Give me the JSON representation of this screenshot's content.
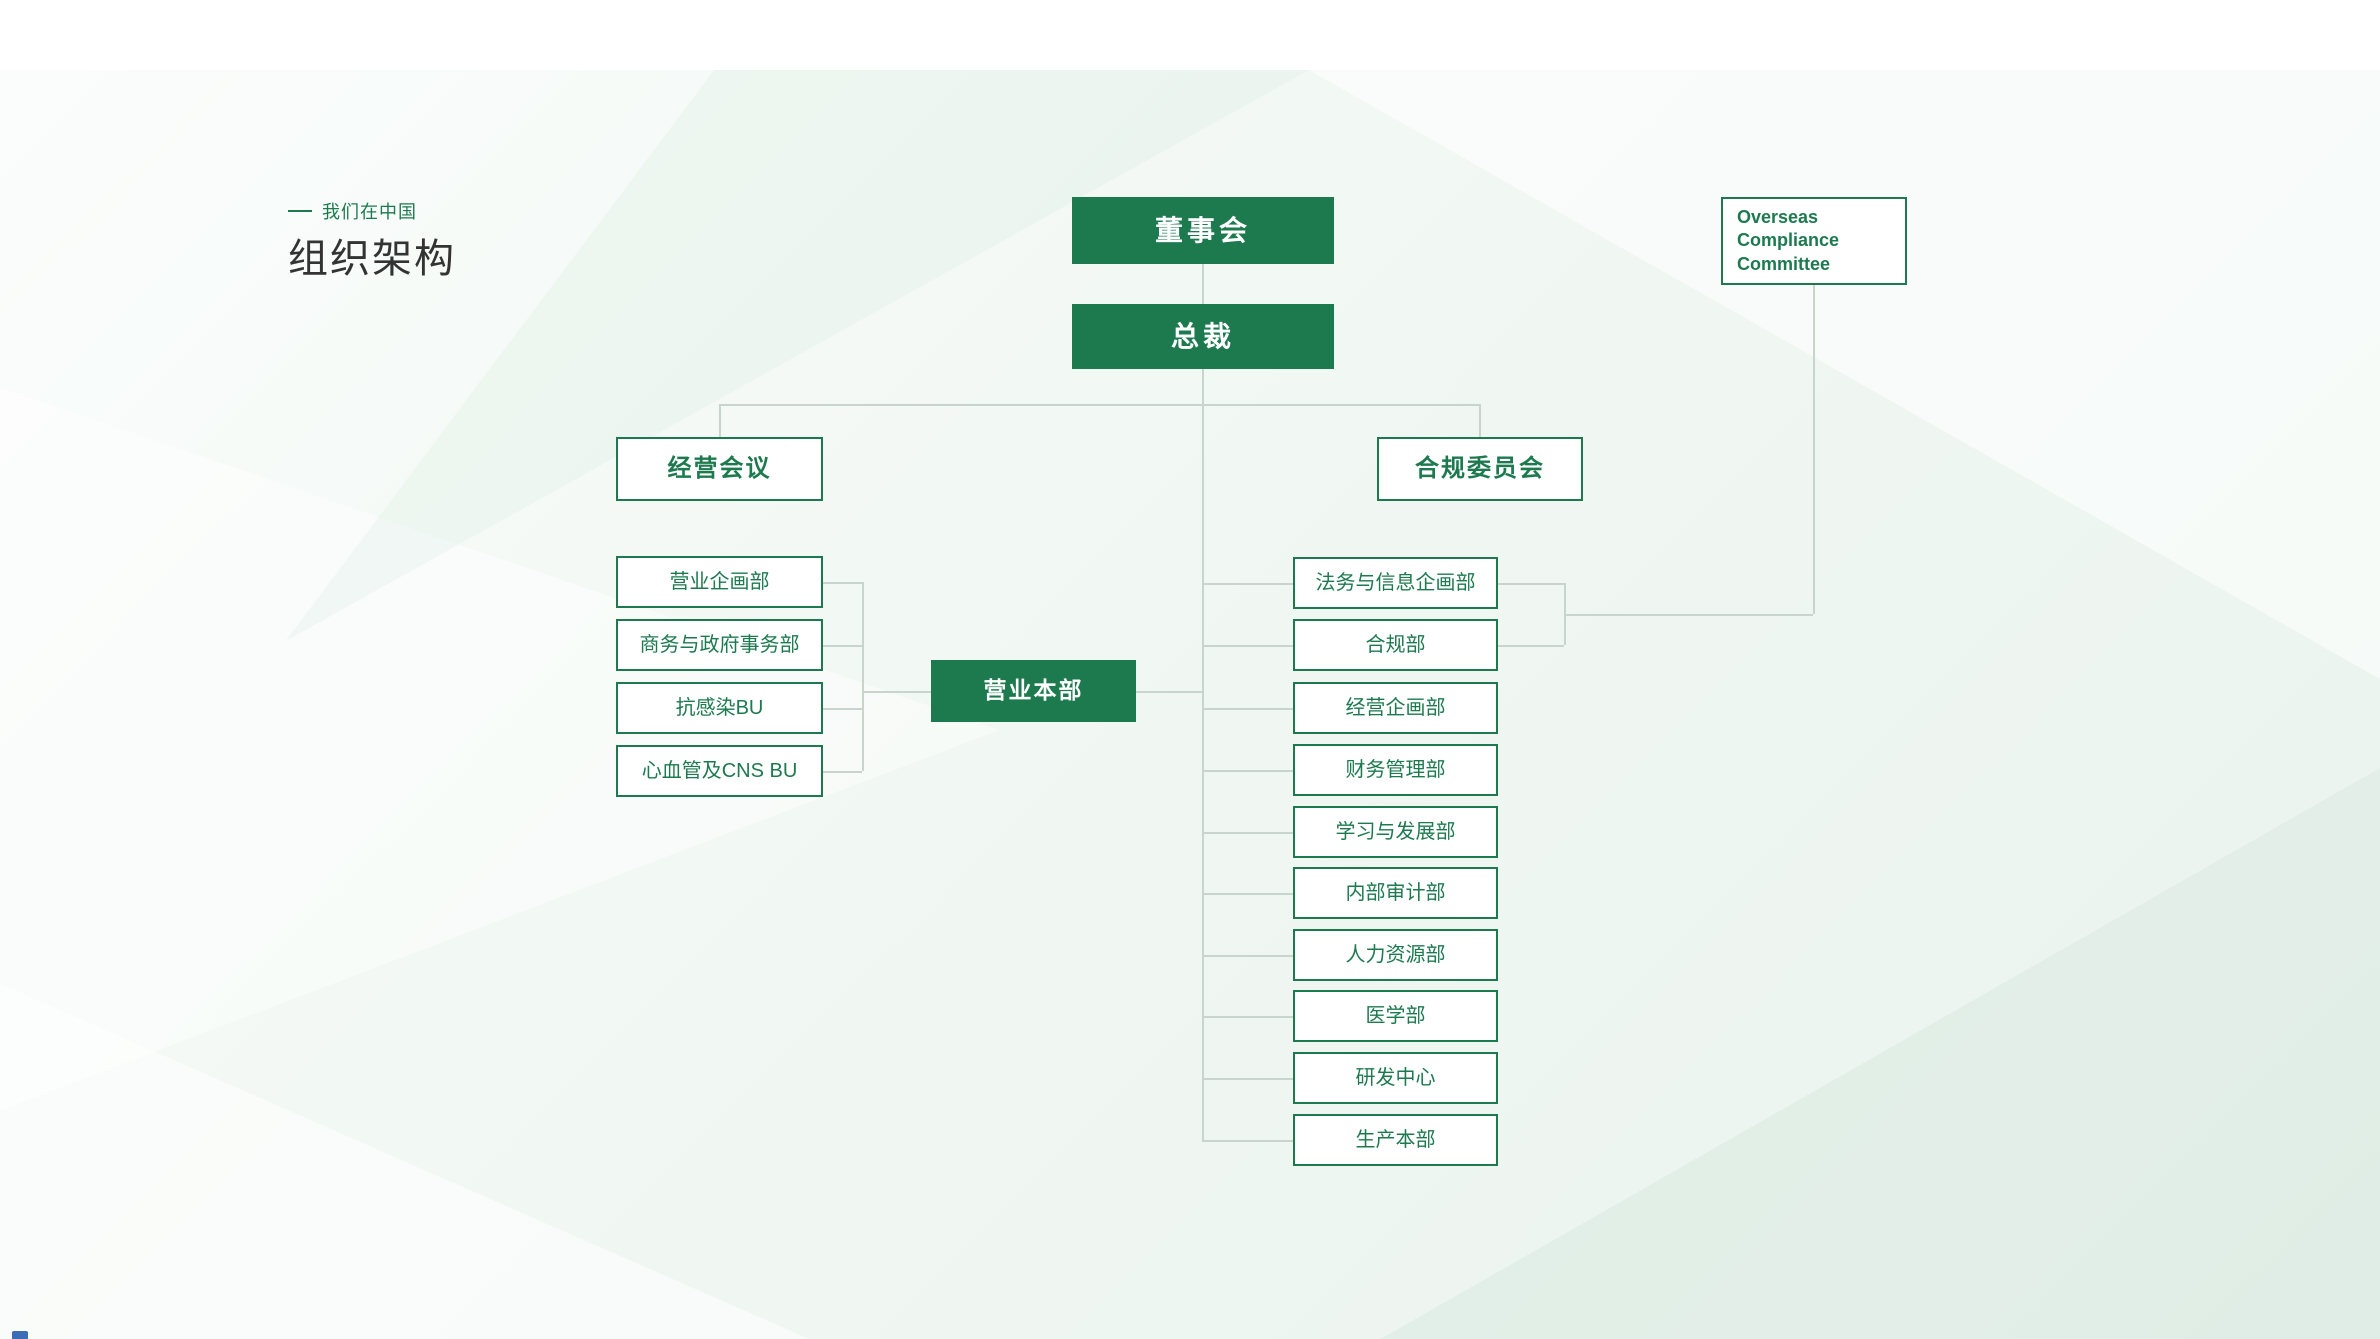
{
  "section": {
    "label": "我们在中国",
    "title": "组织架构"
  },
  "org_chart": {
    "board": "董事会",
    "president": "总裁",
    "overseas_committee": "Overseas Compliance Committee",
    "management_meeting": "经营会议",
    "compliance_committee": "合规委员会",
    "sales_headquarters": "营业本部",
    "left_departments": [
      "营业企画部",
      "商务与政府事务部",
      "抗感染BU",
      "心血管及CNS BU"
    ],
    "right_departments": [
      "法务与信息企画部",
      "合规部",
      "经营企画部",
      "财务管理部",
      "学习与发展部",
      "内部审计部",
      "人力资源部",
      "医学部",
      "研发中心",
      "生产本部"
    ]
  },
  "colors": {
    "brand_green": "#1d7a4f",
    "line": "#c9d4cd",
    "title_text": "#333333",
    "background_tint": "#eef3ef"
  }
}
